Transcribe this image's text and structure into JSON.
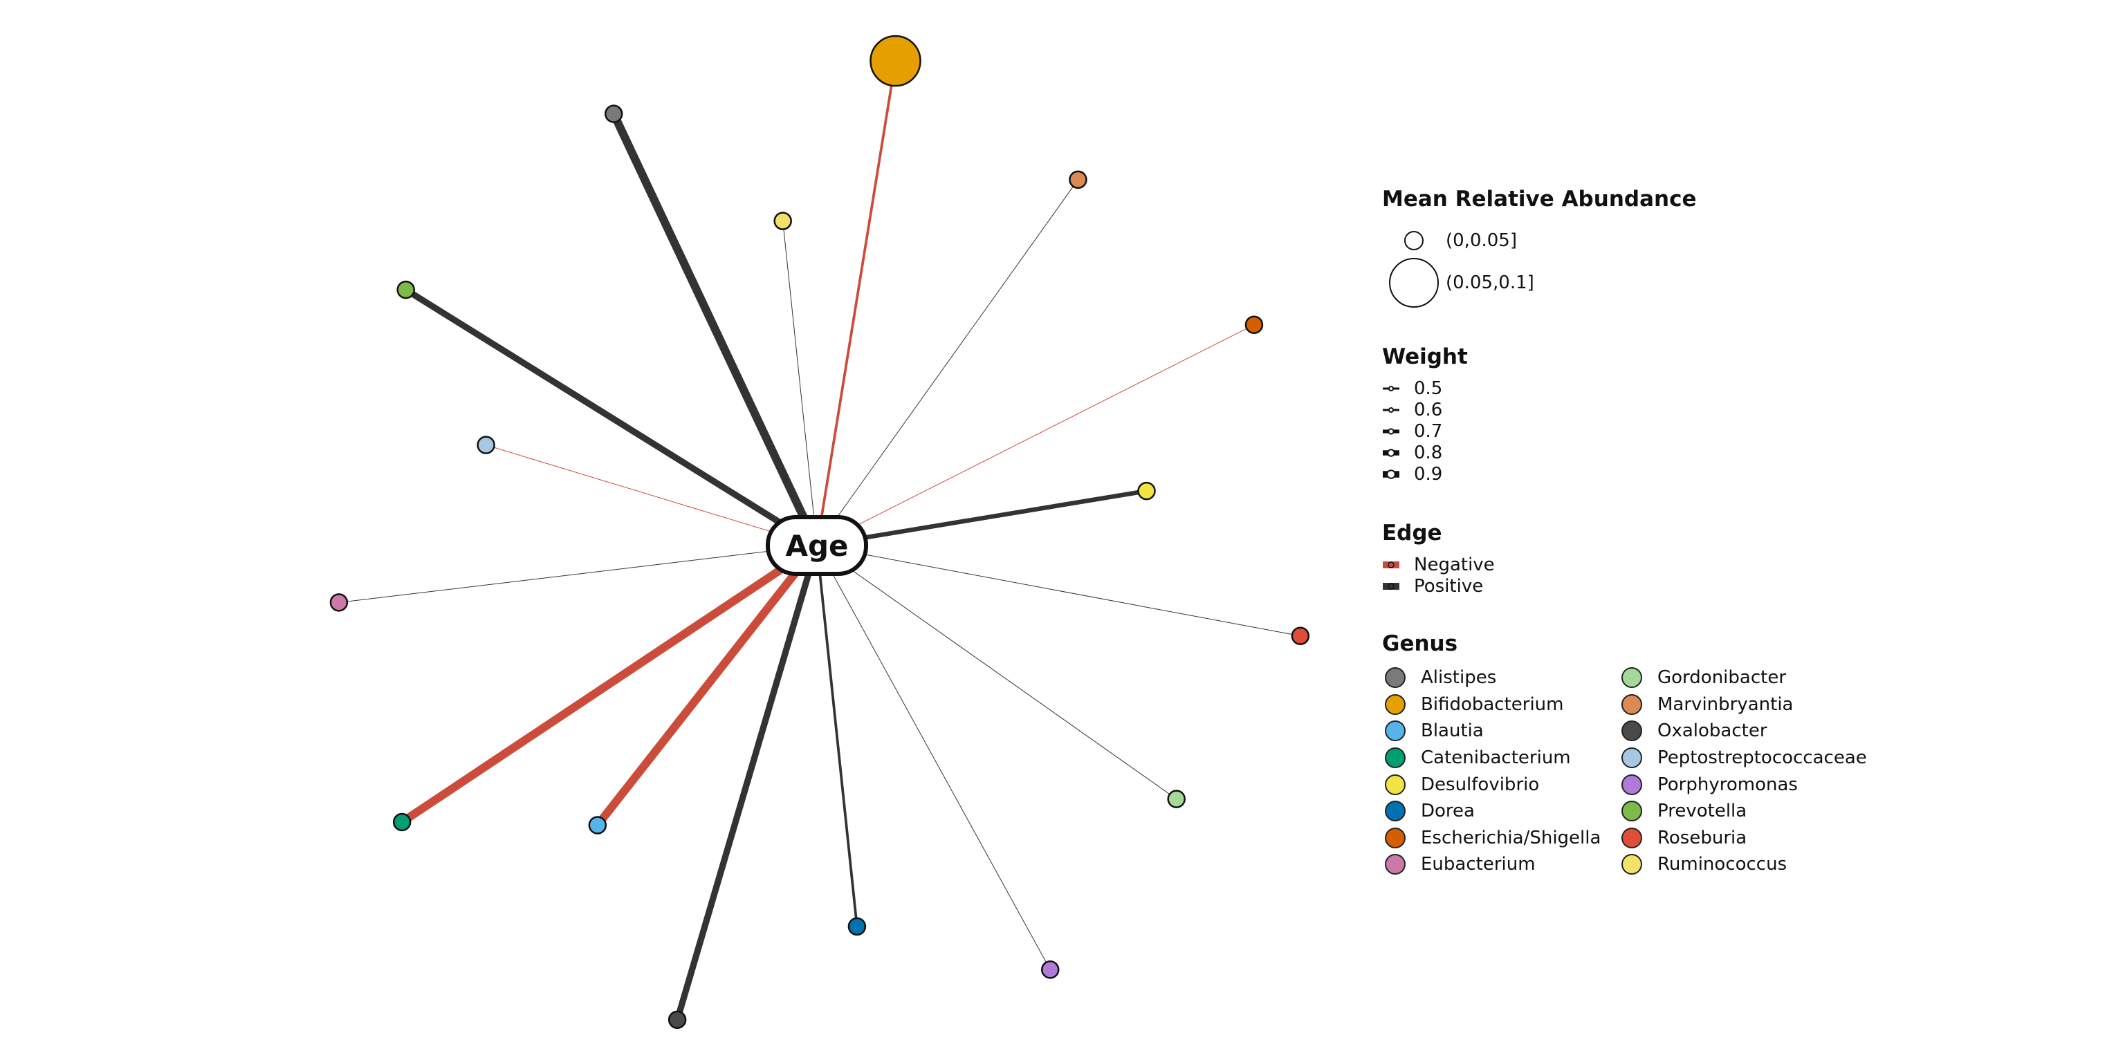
{
  "center": {
    "label": "Age"
  },
  "colors": {
    "negative": "#CC4C3B",
    "positive": "#333333"
  },
  "nodes": [
    {
      "genus": "Bifidobacterium",
      "angle_deg": 80.8,
      "distance": 710,
      "abundance": 0.09,
      "weight": 0.6,
      "edge": "Negative"
    },
    {
      "genus": "Marvinbryantia",
      "angle_deg": 54.5,
      "distance": 650,
      "abundance": 0.02,
      "weight": 0.5,
      "edge": "Positive"
    },
    {
      "genus": "Escherichia/Shigella",
      "angle_deg": 26.8,
      "distance": 708,
      "abundance": 0.02,
      "weight": 0.5,
      "edge": "Negative"
    },
    {
      "genus": "Desulfovibrio",
      "angle_deg": 9.4,
      "distance": 483,
      "abundance": 0.02,
      "weight": 0.7,
      "edge": "Positive"
    },
    {
      "genus": "Roseburia",
      "angle_deg": -10.6,
      "distance": 711,
      "abundance": 0.02,
      "weight": 0.5,
      "edge": "Positive"
    },
    {
      "genus": "Gordonibacter",
      "angle_deg": -35.2,
      "distance": 636,
      "abundance": 0.02,
      "weight": 0.5,
      "edge": "Positive"
    },
    {
      "genus": "Porphyromonas",
      "angle_deg": -61.2,
      "distance": 700,
      "abundance": 0.02,
      "weight": 0.5,
      "edge": "Positive"
    },
    {
      "genus": "Dorea",
      "angle_deg": -84.0,
      "distance": 554,
      "abundance": 0.02,
      "weight": 0.6,
      "edge": "Positive"
    },
    {
      "genus": "Oxalobacter",
      "angle_deg": -106.4,
      "distance": 715,
      "abundance": 0.02,
      "weight": 0.8,
      "edge": "Positive"
    },
    {
      "genus": "Blautia",
      "angle_deg": -128.1,
      "distance": 514,
      "abundance": 0.02,
      "weight": 0.9,
      "edge": "Negative"
    },
    {
      "genus": "Catenibacterium",
      "angle_deg": -146.3,
      "distance": 721,
      "abundance": 0.02,
      "weight": 0.9,
      "edge": "Negative"
    },
    {
      "genus": "Eubacterium",
      "angle_deg": -173.2,
      "distance": 696,
      "abundance": 0.02,
      "weight": 0.5,
      "edge": "Positive"
    },
    {
      "genus": "Peptostreptococcaceae",
      "angle_deg": 163.1,
      "distance": 500,
      "abundance": 0.02,
      "weight": 0.5,
      "edge": "Negative"
    },
    {
      "genus": "Prevotella",
      "angle_deg": 148.1,
      "distance": 700,
      "abundance": 0.02,
      "weight": 0.8,
      "edge": "Positive"
    },
    {
      "genus": "Alistipes",
      "angle_deg": 115.2,
      "distance": 690,
      "abundance": 0.02,
      "weight": 0.9,
      "edge": "Positive"
    },
    {
      "genus": "Ruminococcus",
      "angle_deg": 96.0,
      "distance": 472,
      "abundance": 0.02,
      "weight": 0.5,
      "edge": "Positive"
    }
  ],
  "legend": {
    "abundance": {
      "title": "Mean Relative Abundance",
      "items": [
        {
          "label": "(0,0.05]",
          "size": "small"
        },
        {
          "label": "(0.05,0.1]",
          "size": "large"
        }
      ]
    },
    "weight": {
      "title": "Weight",
      "items": [
        {
          "label": "0.5",
          "value": 0.5
        },
        {
          "label": "0.6",
          "value": 0.6
        },
        {
          "label": "0.7",
          "value": 0.7
        },
        {
          "label": "0.8",
          "value": 0.8
        },
        {
          "label": "0.9",
          "value": 0.9
        }
      ]
    },
    "edge": {
      "title": "Edge",
      "items": [
        {
          "label": "Negative",
          "color": "#CC4C3B"
        },
        {
          "label": "Positive",
          "color": "#333333"
        }
      ]
    },
    "genus": {
      "title": "Genus",
      "items": [
        {
          "label": "Alistipes",
          "color": "#7A7A7A"
        },
        {
          "label": "Gordonibacter",
          "color": "#A5D99A"
        },
        {
          "label": "Bifidobacterium",
          "color": "#E69F00"
        },
        {
          "label": "Marvinbryantia",
          "color": "#DA8A52"
        },
        {
          "label": "Blautia",
          "color": "#56B4E9"
        },
        {
          "label": "Oxalobacter",
          "color": "#4A4A4A"
        },
        {
          "label": "Catenibacterium",
          "color": "#009E73"
        },
        {
          "label": "Peptostreptococcaceae",
          "color": "#A6C8E0"
        },
        {
          "label": "Desulfovibrio",
          "color": "#F0E442"
        },
        {
          "label": "Porphyromonas",
          "color": "#B07ADB"
        },
        {
          "label": "Dorea",
          "color": "#0072B2"
        },
        {
          "label": "Prevotella",
          "color": "#7DBA4A"
        },
        {
          "label": "Escherichia/Shigella",
          "color": "#D55E00"
        },
        {
          "label": "Roseburia",
          "color": "#E04E3A"
        },
        {
          "label": "Eubacterium",
          "color": "#CC79A7"
        },
        {
          "label": "Ruminococcus",
          "color": "#F2E26A"
        }
      ]
    }
  }
}
